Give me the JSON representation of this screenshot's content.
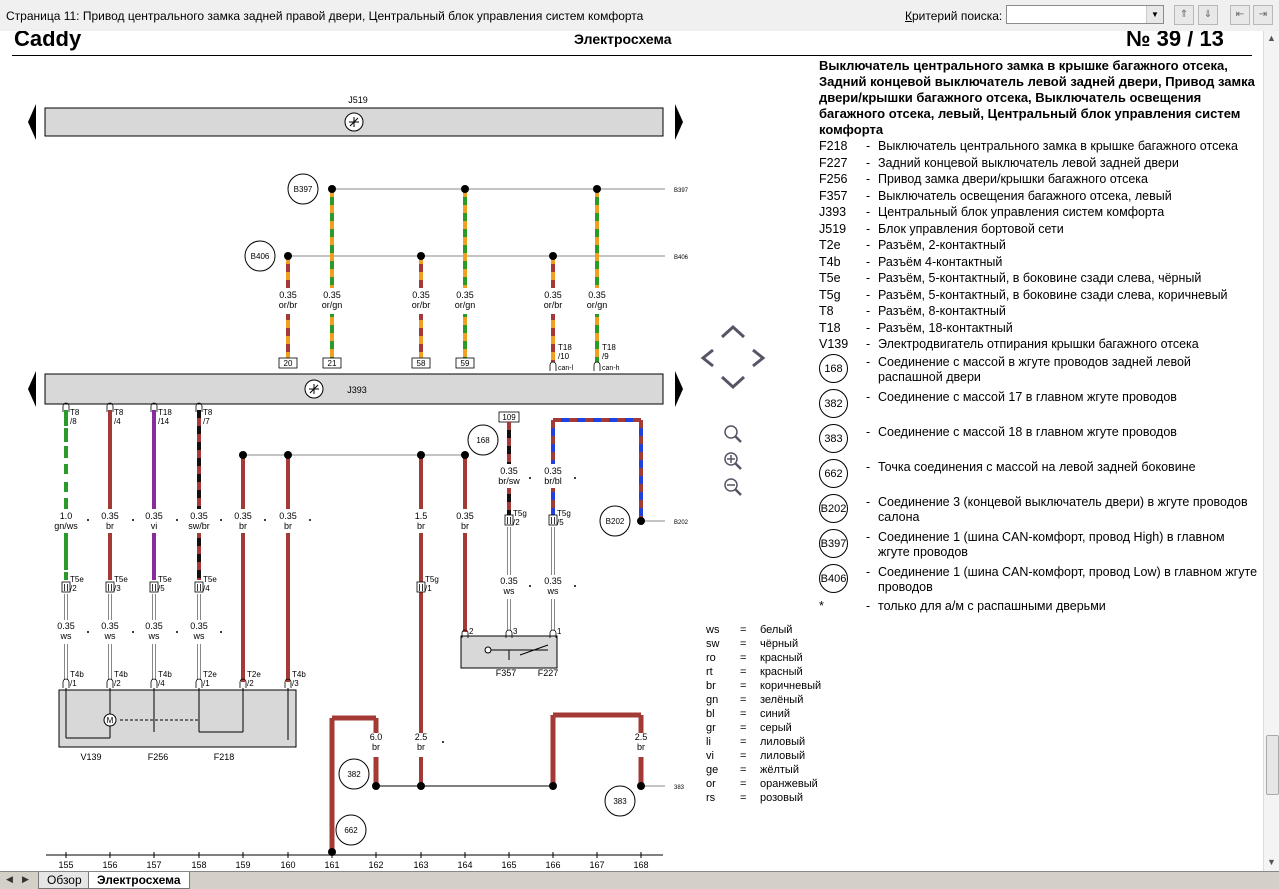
{
  "window": {
    "title": "Страница 11: Привод центрального замка задней правой двери, Центральный блок управления систем комфорта",
    "search_label_u": "К",
    "search_label_rest": "ритерий поиска:",
    "search_value": ""
  },
  "doc": {
    "vehicle": "Caddy",
    "type": "Электросхема",
    "number": "№  39 / 13"
  },
  "legend": {
    "title": "Выключатель центрального замка в крышке багажного отсека, Задний концевой выключатель левой задней двери, Привод замка двери/крышки багажного отсека, Выключатель освещения багажного отсека, левый, Центральный блок управления систем комфорта",
    "items": [
      {
        "code": "F218",
        "text": "Выключатель центрального замка в крышке багажного отсека"
      },
      {
        "code": "F227",
        "text": "Задний концевой выключатель левой задней двери"
      },
      {
        "code": "F256",
        "text": "Привод замка двери/крышки багажного отсека"
      },
      {
        "code": "F357",
        "text": "Выключатель освещения багажного отсека, левый"
      },
      {
        "code": "J393",
        "text": "Центральный блок управления систем комфорта"
      },
      {
        "code": "J519",
        "text": "Блок управления бортовой сети"
      },
      {
        "code": "T2e",
        "text": "Разъём, 2-контактный"
      },
      {
        "code": "T4b",
        "text": "Разъём 4-контактный"
      },
      {
        "code": "T5e",
        "text": "Разъём, 5-контактный, в боковине сзади слева, чёрный"
      },
      {
        "code": "T5g",
        "text": "Разъём, 5-контактный, в боковине сзади слева, коричневый"
      },
      {
        "code": "T8",
        "text": "Разъём, 8-контактный"
      },
      {
        "code": "T18",
        "text": "Разъём, 18-контактный"
      },
      {
        "code": "V139",
        "text": "Электродвигатель отпирания крышки багажного отсека"
      }
    ],
    "grounds": [
      {
        "code": "168",
        "text": "Соединение с массой в жгуте проводов задней левой распашной двери"
      },
      {
        "code": "382",
        "text": "Соединение с массой 17 в главном жгуте проводов"
      },
      {
        "code": "383",
        "text": "Соединение с массой 18 в главном жгуте проводов"
      },
      {
        "code": "662",
        "text": "Точка соединения с массой на левой задней боковине"
      },
      {
        "code": "B202",
        "text": "Соединение 3 (концевой выключатель двери) в жгуте проводов салона"
      },
      {
        "code": "B397",
        "text": "Соединение 1 (шина CAN-комфорт, провод High) в главном жгуте проводов"
      },
      {
        "code": "B406",
        "text": "Соединение 1 (шина CAN-комфорт, провод Low) в главном жгуте проводов"
      }
    ],
    "note": {
      "code": "*",
      "text": "только для а/м с распашными дверьми"
    }
  },
  "colors": [
    {
      "code": "ws",
      "name": "белый"
    },
    {
      "code": "sw",
      "name": "чёрный"
    },
    {
      "code": "ro",
      "name": "красный"
    },
    {
      "code": "rt",
      "name": "красный"
    },
    {
      "code": "br",
      "name": "коричневый"
    },
    {
      "code": "gn",
      "name": "зелёный"
    },
    {
      "code": "bl",
      "name": "синий"
    },
    {
      "code": "gr",
      "name": "серый"
    },
    {
      "code": "li",
      "name": "лиловый"
    },
    {
      "code": "vi",
      "name": "лиловый"
    },
    {
      "code": "ge",
      "name": "жёлтый"
    },
    {
      "code": "or",
      "name": "оранжевый"
    },
    {
      "code": "rs",
      "name": "розовый"
    }
  ],
  "diagram": {
    "j519": "J519",
    "j393": "J393",
    "columns": [
      "155",
      "156",
      "157",
      "158",
      "159",
      "160",
      "161",
      "162",
      "163",
      "164",
      "165",
      "166",
      "167",
      "168"
    ],
    "bus_labels": {
      "b397": "B397",
      "b406": "B406",
      "b202": "B202",
      "l383": "383"
    },
    "wire_colors": {
      "or": "#f0a020",
      "gn": "#2a9a2a",
      "br": "#a33a35",
      "vi": "#8a2b9a",
      "sw": "#111111",
      "ws": "#ffffff",
      "bl": "#2040e0",
      "gray": "#707070"
    },
    "can": [
      {
        "spec": "0.35\nor/br",
        "term": "20"
      },
      {
        "spec": "0.35\nor/gn",
        "term": "21"
      },
      {
        "spec": "0.35\nor/br",
        "term": "58"
      },
      {
        "spec": "0.35\nor/gn",
        "term": "59"
      },
      {
        "spec": "0.35\nor/br",
        "conn": "T18\n/10",
        "sig": "can-l"
      },
      {
        "spec": "0.35\nor/gn",
        "conn": "T18\n/9",
        "sig": "can-h"
      }
    ],
    "t8": [
      "T8\n/8",
      "T8\n/4",
      "T18\n/14",
      "T8\n/7"
    ],
    "specs_mid": [
      "1.0\ngn/ws",
      "0.35\nbr",
      "0.35\nvi",
      "0.35\nsw/br",
      "0.35\nbr",
      "0.35\nbr",
      "1.5\nbr",
      "0.35\nbr"
    ],
    "t5e": [
      "T5e\n/2",
      "T5e\n/3",
      "T5e\n/5",
      "T5e\n/4"
    ],
    "t5g": [
      "T5g\n/1",
      "T5g\n/2",
      "T5g\n/5"
    ],
    "specs_low": [
      "0.35\nws",
      "0.35\nws",
      "0.35\nws",
      "0.35\nws"
    ],
    "specs_f": [
      "0.35\nbr/sw",
      "0.35\nbr/bl",
      "0.35\nws",
      "0.35\nws"
    ],
    "t4b": [
      "T4b\n/1",
      "T4b\n/2",
      "T4b\n/4",
      "T2e\n/1",
      "T2e\n/2",
      "T4b\n/3"
    ],
    "comp_labels": [
      "V139",
      "F256",
      "F218",
      "F357",
      "F227"
    ],
    "ground_circles": [
      "168",
      "382",
      "383",
      "662"
    ],
    "t109": "109",
    "bottom_specs": [
      "6.0\nbr",
      "2.5\nbr",
      "2.5\nbr"
    ],
    "f357_pins": [
      "2",
      "3",
      "1"
    ]
  }
}
